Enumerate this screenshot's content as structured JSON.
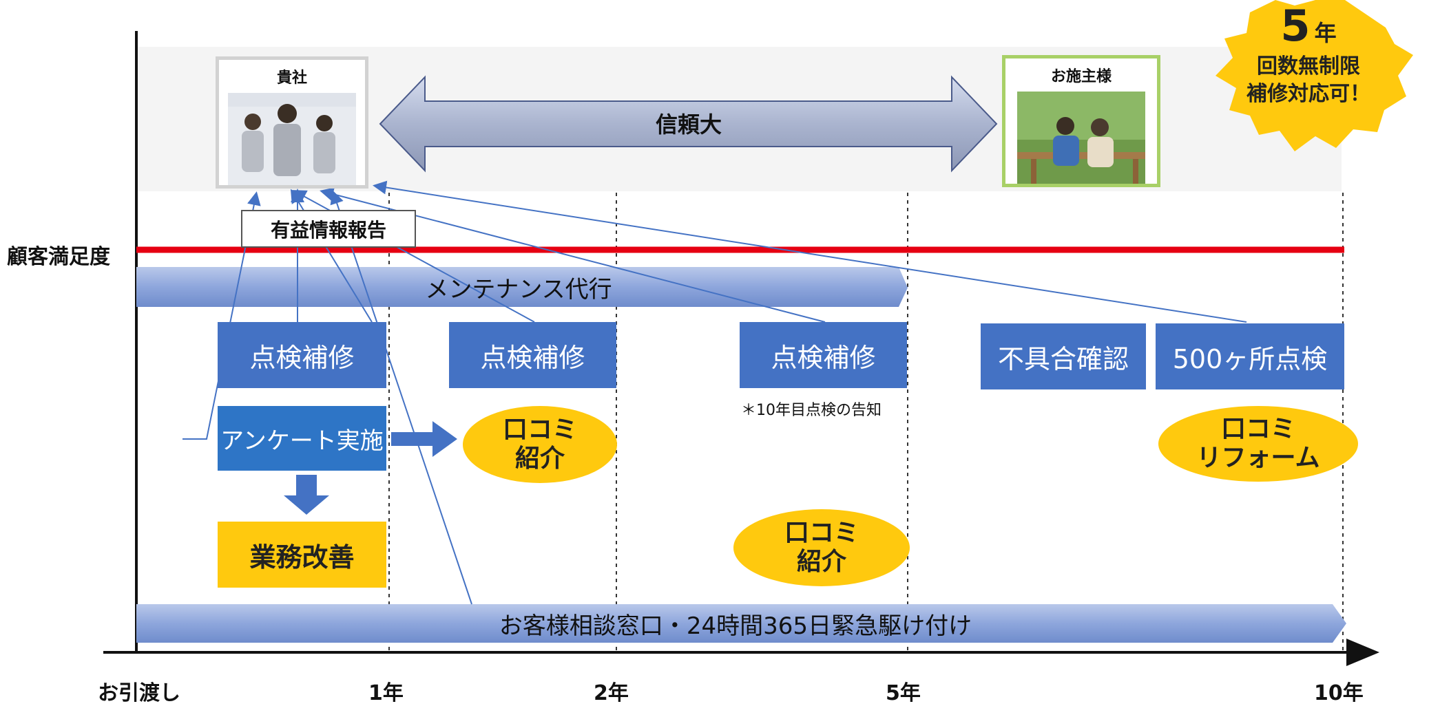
{
  "company": {
    "label": "貴社"
  },
  "customer": {
    "label": "お施主様"
  },
  "trust": {
    "label": "信頼大"
  },
  "useful_report": {
    "label": "有益情報報告"
  },
  "satisfaction": {
    "label": "顧客満足度",
    "line_color": "#e60012"
  },
  "maintenance_bar": {
    "label": "メンテナンス代行"
  },
  "hotline_bar": {
    "label": "お客様相談窓口・24時間365日緊急駆け付け"
  },
  "inspections": [
    {
      "label": "点検補修"
    },
    {
      "label": "点検補修"
    },
    {
      "label": "点検補修"
    },
    {
      "label": "不具合確認"
    },
    {
      "label": "500ヶ所点検"
    }
  ],
  "survey": {
    "label": "アンケート実施"
  },
  "improvement": {
    "label": "業務改善"
  },
  "notice": {
    "label": "＊10年目点検の告知"
  },
  "ovals": [
    {
      "line1": "口コミ",
      "line2": "紹介"
    },
    {
      "line1": "口コミ",
      "line2": "紹介"
    },
    {
      "line1": "口コミ",
      "line2": "リフォーム"
    }
  ],
  "badge": {
    "big": "5",
    "unit": "年",
    "line2": "回数無制限",
    "line3": "補修対応可！",
    "color": "#ffc90e"
  },
  "timeline": [
    "お引渡し",
    "1年",
    "2年",
    "5年",
    "10年"
  ],
  "colors": {
    "blue": "#4472c4",
    "yellow": "#ffc90e",
    "red": "#e60012",
    "bar": "#7f9ad6"
  }
}
